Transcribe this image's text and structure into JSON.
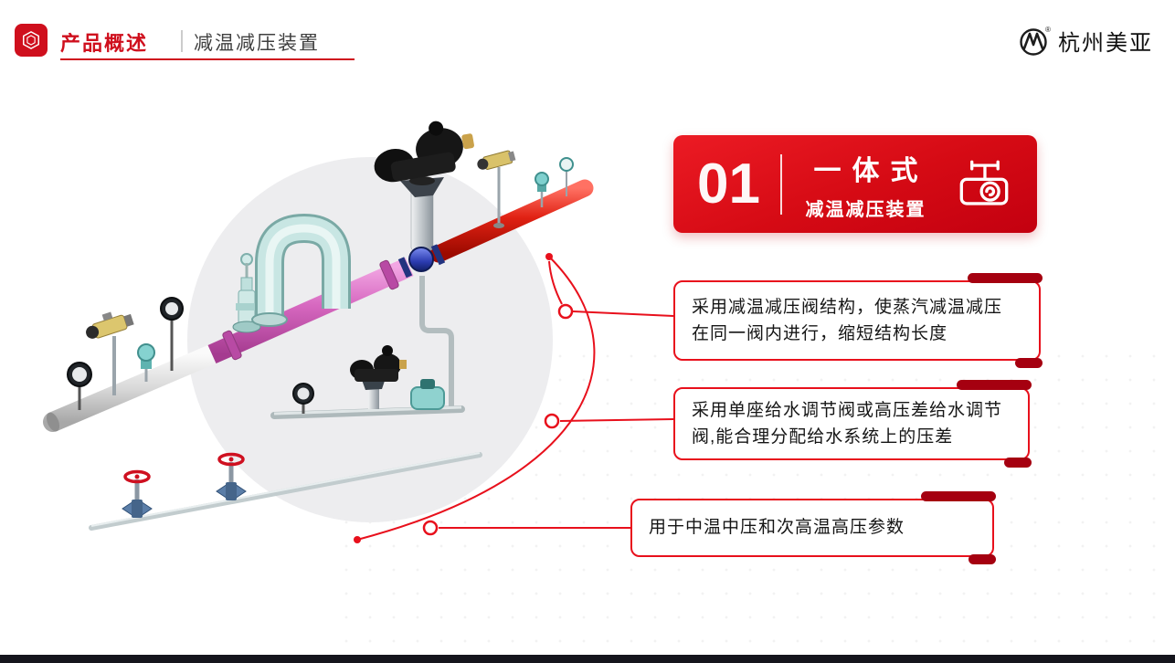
{
  "header": {
    "title": "产品概述",
    "subtitle": "减温减压装置",
    "logo_text": "杭州美亚",
    "logo_reg": "®"
  },
  "banner": {
    "number": "01",
    "title": "一体式",
    "subtitle": "减温减压装置"
  },
  "callouts": [
    {
      "text": "采用减温减压阀结构，使蒸汽减温减压\n在同一阀内进行，缩短结构长度"
    },
    {
      "text": "采用单座给水调节阀或高压差给水调节\n阀,能合理分配给水系统上的压差"
    },
    {
      "text": "用于中温中压和次高温高压参数"
    }
  ],
  "colors": {
    "accent": "#d50a14",
    "accent_dark": "#a50010",
    "footer_bar": "#15151d"
  },
  "icons": {
    "header": "cube-icon",
    "banner": "valve-icon",
    "logo": "m-circle-icon"
  }
}
